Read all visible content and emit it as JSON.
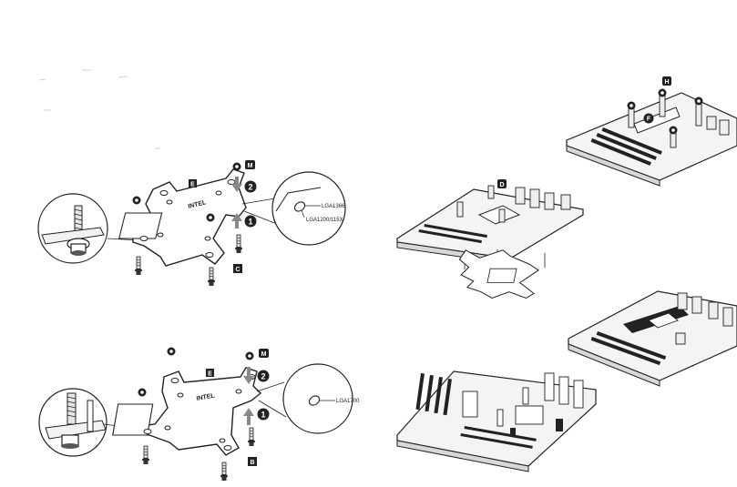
{
  "top_bracket": {
    "brand": "INTEL",
    "labels": {
      "e": "E",
      "m": "M",
      "c": "C"
    },
    "steps": {
      "one": "1",
      "two": "2"
    },
    "callout_a": "LGA1366",
    "callout_b": "LGA1200/115X"
  },
  "bottom_bracket": {
    "brand": "INTEL",
    "labels": {
      "e": "E",
      "m": "M",
      "b": "B"
    },
    "steps": {
      "one": "1",
      "two": "2"
    },
    "callout": "LGA1700"
  },
  "motherboard_labels": {
    "h": "H",
    "f": "F",
    "d": "D"
  }
}
